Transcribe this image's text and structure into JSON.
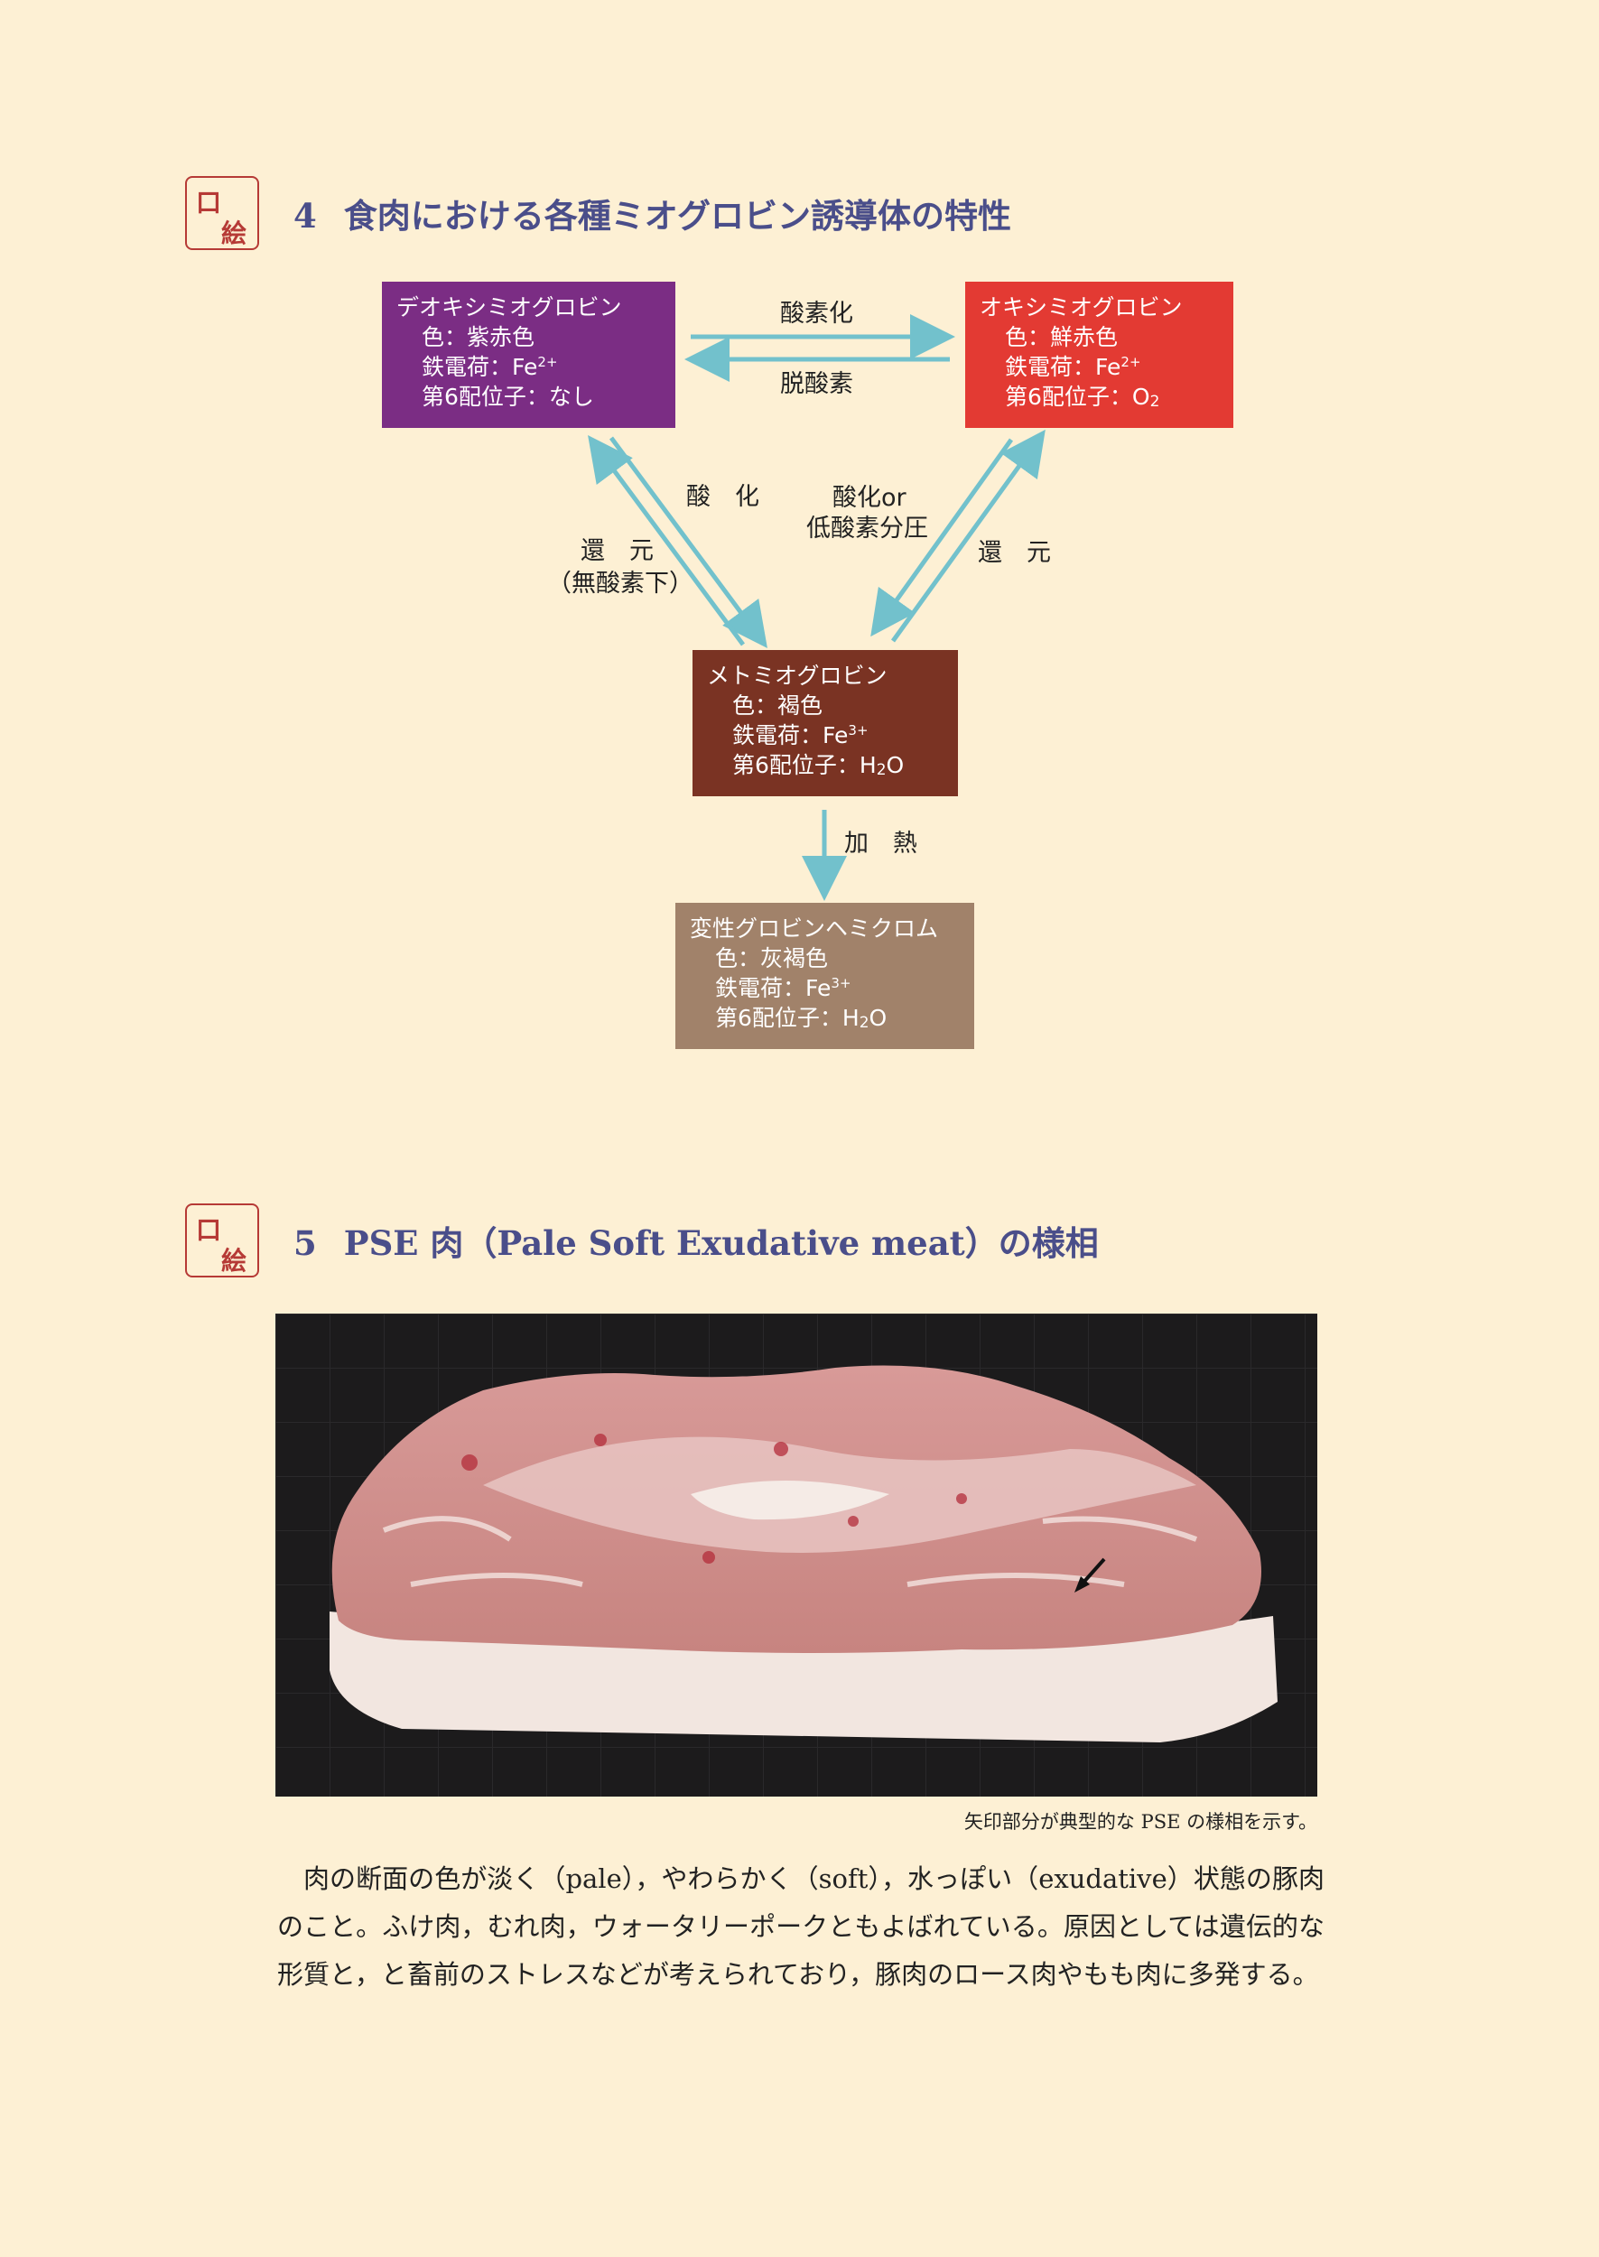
{
  "section4": {
    "badge_top": "口",
    "badge_bottom": "絵",
    "number": "4",
    "title": "食肉における各種ミオグロビン誘導体の特性"
  },
  "diagram": {
    "deoxy": {
      "name": "デオキシミオグロビン",
      "color_line": "色：紫赤色",
      "charge_prefix": "鉄電荷：Fe",
      "charge_sup": "2+",
      "ligand": "第6配位子：なし",
      "bg": "#7b2d84"
    },
    "oxy": {
      "name": "オキシミオグロビン",
      "color_line": "色：鮮赤色",
      "charge_prefix": "鉄電荷：Fe",
      "charge_sup": "2+",
      "ligand_prefix": "第6配位子：O",
      "ligand_sub": "2",
      "bg": "#e33a33"
    },
    "met": {
      "name": "メトミオグロビン",
      "color_line": "色：褐色",
      "charge_prefix": "鉄電荷：Fe",
      "charge_sup": "3+",
      "ligand_prefix": "第6配位子：H",
      "ligand_sub": "2",
      "ligand_suffix": "O",
      "bg": "#7a3323"
    },
    "hemi": {
      "name": "変性グロビンヘミクロム",
      "color_line": "色：灰褐色",
      "charge_prefix": "鉄電荷：Fe",
      "charge_sup": "3+",
      "ligand_prefix": "第6配位子：H",
      "ligand_sub": "2",
      "ligand_suffix": "O",
      "bg": "#a1826a"
    },
    "labels": {
      "oxygenation": "酸素化",
      "deoxygenation": "脱酸素",
      "oxidation": "酸　化",
      "reduction_left_1": "還　元",
      "reduction_left_2": "（無酸素下）",
      "oxidation_or_1": "酸化or",
      "oxidation_or_2": "低酸素分圧",
      "reduction_right": "還　元",
      "heating": "加　熱"
    },
    "arrow_color": "#72c1cc"
  },
  "section5": {
    "badge_top": "口",
    "badge_bottom": "絵",
    "number": "5",
    "title": "PSE 肉（Pale Soft Exudative meat）の様相",
    "caption": "矢印部分が典型的な PSE の様相を示す。",
    "body": "肉の断面の色が淡く（pale），やわらかく（soft），水っぽい（exudative）状態の豚肉のこと。ふけ肉，むれ肉，ウォータリーポークともよばれている。原因としては遺伝的な形質と，と畜前のストレスなどが考えられており，豚肉のロース肉やもも肉に多発する。"
  }
}
